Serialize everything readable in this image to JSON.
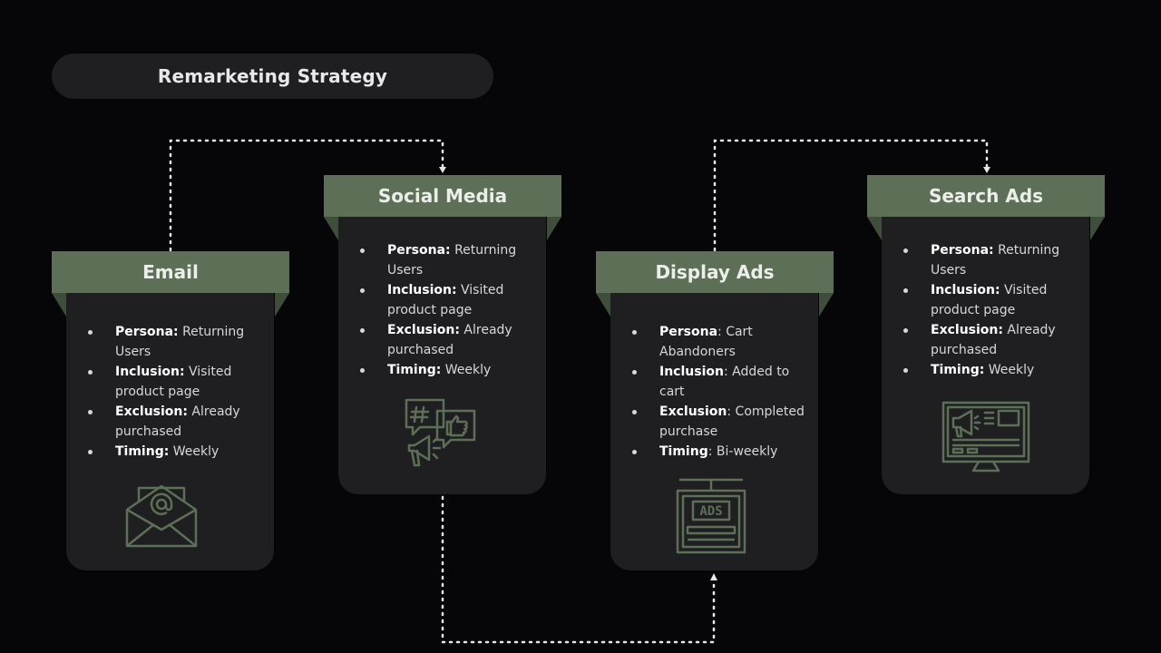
{
  "title": "Remarketing Strategy",
  "colors": {
    "header": "#5d7057",
    "card": "#1f1f22",
    "icon": "#5d7057",
    "background": "#060608"
  },
  "cards": [
    {
      "title": "Email",
      "icon": "email-envelope-icon",
      "items": [
        {
          "label": "Persona:",
          "text": " Returning Users"
        },
        {
          "label": "Inclusion:",
          "text": " Visited product page"
        },
        {
          "label": "Exclusion:",
          "text": " Already purchased"
        },
        {
          "label": "Timing:",
          "text": " Weekly"
        }
      ]
    },
    {
      "title": "Social Media",
      "icon": "social-media-icon",
      "items": [
        {
          "label": "Persona:",
          "text": " Returning Users"
        },
        {
          "label": "Inclusion:",
          "text": " Visited product page"
        },
        {
          "label": "Exclusion:",
          "text": " Already purchased"
        },
        {
          "label": "Timing:",
          "text": " Weekly"
        }
      ]
    },
    {
      "title": "Display Ads",
      "icon": "ads-billboard-icon",
      "items": [
        {
          "label": "Persona",
          "text": ": Cart Abandoners"
        },
        {
          "label": "Inclusion",
          "text": ": Added to cart"
        },
        {
          "label": "Exclusion",
          "text": ": Completed purchase"
        },
        {
          "label": "Timing",
          "text": ": Bi-weekly"
        }
      ]
    },
    {
      "title": "Search Ads",
      "icon": "monitor-megaphone-icon",
      "items": [
        {
          "label": "Persona:",
          "text": " Returning Users"
        },
        {
          "label": "Inclusion:",
          "text": " Visited product page"
        },
        {
          "label": "Exclusion:",
          "text": " Already purchased"
        },
        {
          "label": "Timing:",
          "text": " Weekly"
        }
      ]
    }
  ],
  "ads_icon_text": "ADS"
}
